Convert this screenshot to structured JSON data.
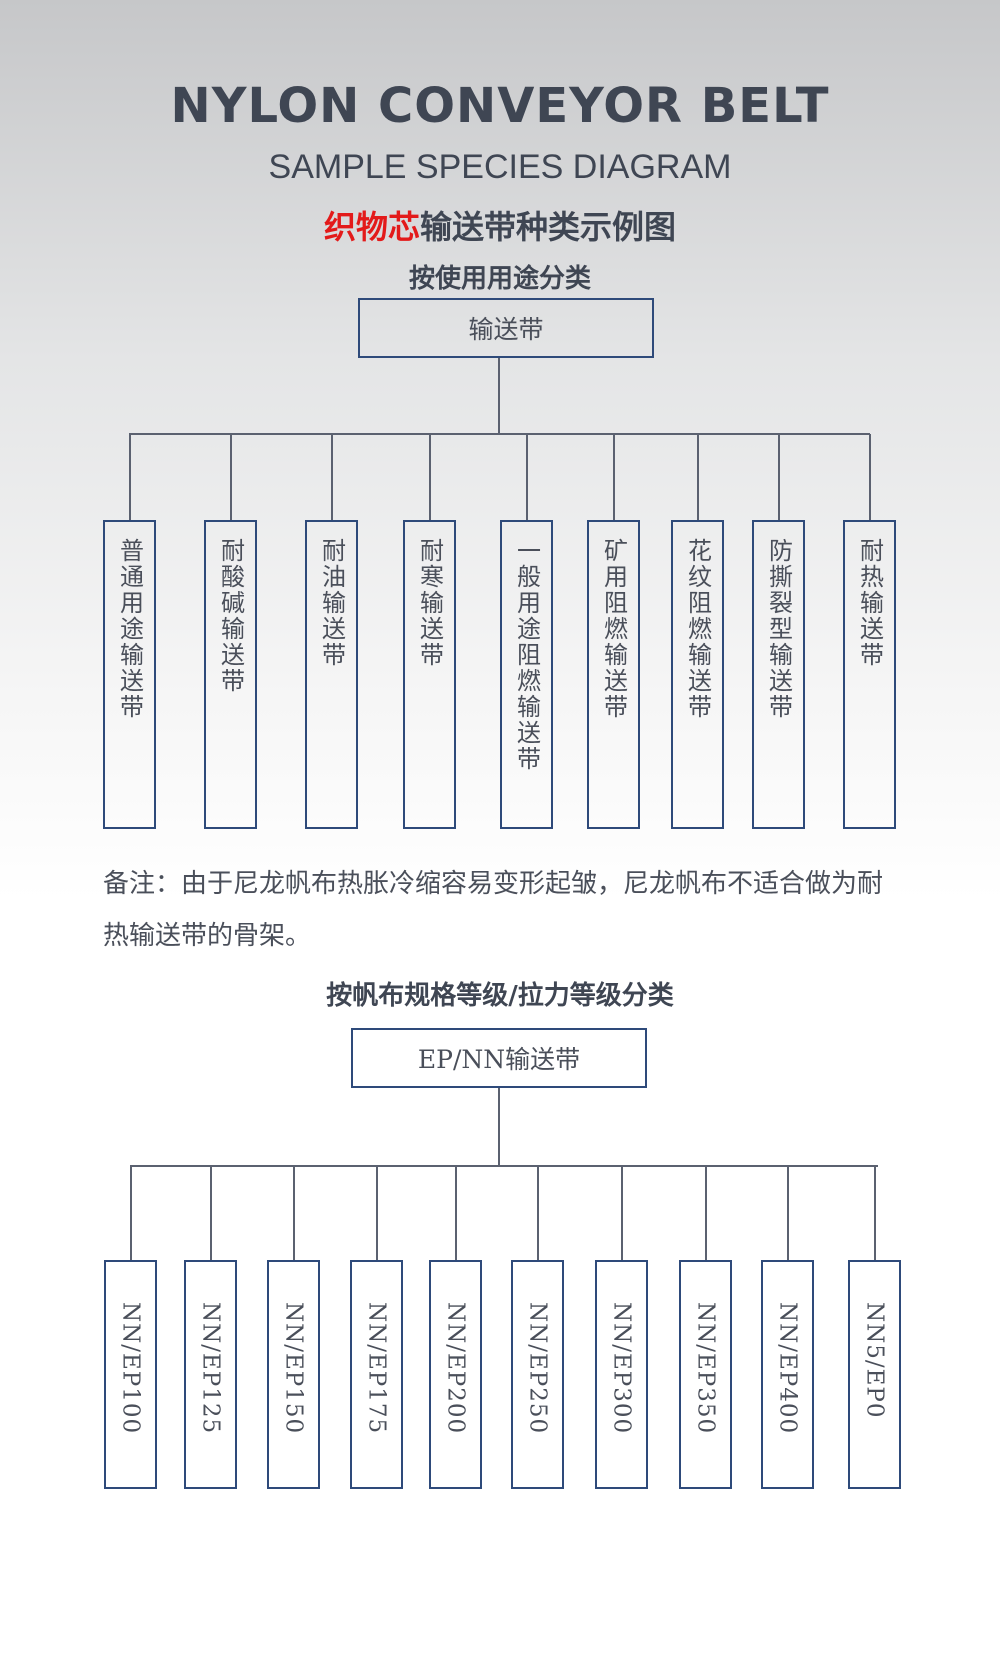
{
  "header": {
    "title": "NYLON CONVEYOR BELT",
    "subtitle": "SAMPLE SPECIES DIAGRAM",
    "cn_title_red": "织物芯",
    "cn_title_rest": "输送带种类示例图"
  },
  "usage_section": {
    "heading": "按使用用途分类",
    "root": "输送带",
    "children": [
      "普通用途输送带",
      "耐酸碱输送带",
      "耐油输送带",
      "耐寒输送带",
      "一般用途阻燃输送带",
      "矿用阻燃输送带",
      "花纹阻燃输送带",
      "防撕裂型输送带",
      "耐热输送带"
    ]
  },
  "note": "备注：由于尼龙帆布热胀冷缩容易变形起皱，尼龙帆布不适合做为耐热输送带的骨架。",
  "grade_section": {
    "heading": "按帆布规格等级/拉力等级分类",
    "root": "EP/NN输送带",
    "children": [
      "NN/EP100",
      "NN/EP125",
      "NN/EP150",
      "NN/EP175",
      "NN/EP200",
      "NN/EP250",
      "NN/EP300",
      "NN/EP350",
      "NN/EP400",
      "NN5/EP0"
    ]
  },
  "colors": {
    "accent_red": "#e31a1a",
    "box_border": "#2e4a7a",
    "text": "#3f4653"
  }
}
